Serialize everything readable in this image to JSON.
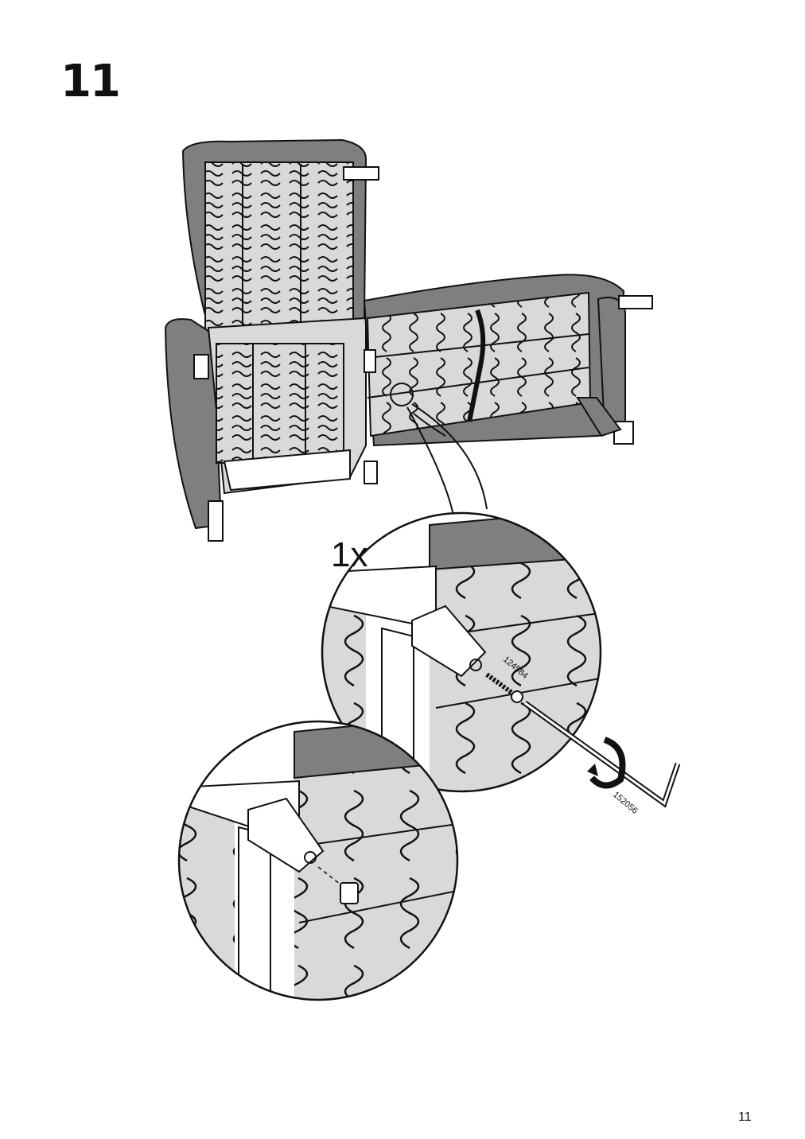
{
  "step": {
    "number": "11"
  },
  "callout": {
    "quantity": "1x"
  },
  "parts": {
    "screw_code": "124584",
    "allen_key_code": "152056"
  },
  "page": {
    "number": "11"
  },
  "colors": {
    "upholstery": "#7f7f7f",
    "panel": "#d9d9d9",
    "line": "#111111"
  }
}
